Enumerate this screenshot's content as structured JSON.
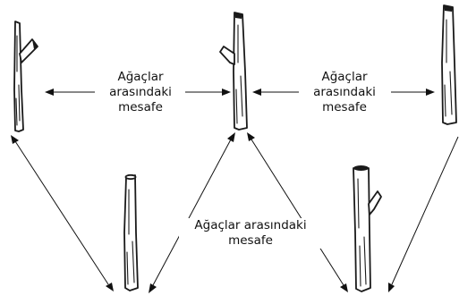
{
  "labels": {
    "top_left": [
      "Ağaçlar",
      "arasındaki",
      "mesafe"
    ],
    "top_right": [
      "Ağaçlar",
      "arasındaki",
      "mesafe"
    ],
    "bottom_center": [
      "Ağaçlar arasındaki",
      "mesafe"
    ]
  },
  "colors": {
    "ink": "#111111",
    "background": "#ffffff"
  },
  "tree_count": 5
}
